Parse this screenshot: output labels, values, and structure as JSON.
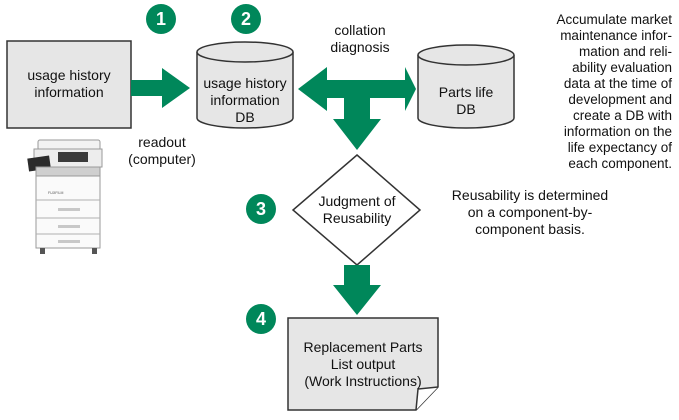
{
  "colors": {
    "accent": "#00875A",
    "box_fill": "#E6E6E6",
    "stroke": "#333333"
  },
  "steps": {
    "one": "1",
    "two": "2",
    "three": "3",
    "four": "4"
  },
  "usage_history": {
    "line1": "usage history",
    "line2": "information"
  },
  "usage_db": {
    "line1": "usage history",
    "line2": "information",
    "line3": "DB"
  },
  "parts_db": {
    "line1": "Parts life",
    "line2": "DB"
  },
  "collation": {
    "line1": "collation",
    "line2": "diagnosis"
  },
  "readout": {
    "line1": "readout",
    "line2": "(computer)"
  },
  "accumulate_note": {
    "line1": "Accumulate market",
    "line2": "maintenance infor-",
    "line3": "mation and reli-",
    "line4": "ability evaluation",
    "line5": "data at the time of",
    "line6": "development and",
    "line7": "create a DB with",
    "line8": "information on the",
    "line9": "life expectancy of",
    "line10": "each component."
  },
  "judgment": {
    "line1": "Judgment of",
    "line2": "Reusability"
  },
  "reusability_note": {
    "line1": "Reusability is determined",
    "line2": "on a component-by-",
    "line3": "component basis."
  },
  "output": {
    "line1": "Replacement Parts",
    "line2": "List output",
    "line3": "(Work Instructions)"
  },
  "printer": {
    "icon": "multifunction-printer-icon",
    "brand": "FUJIFILM"
  }
}
